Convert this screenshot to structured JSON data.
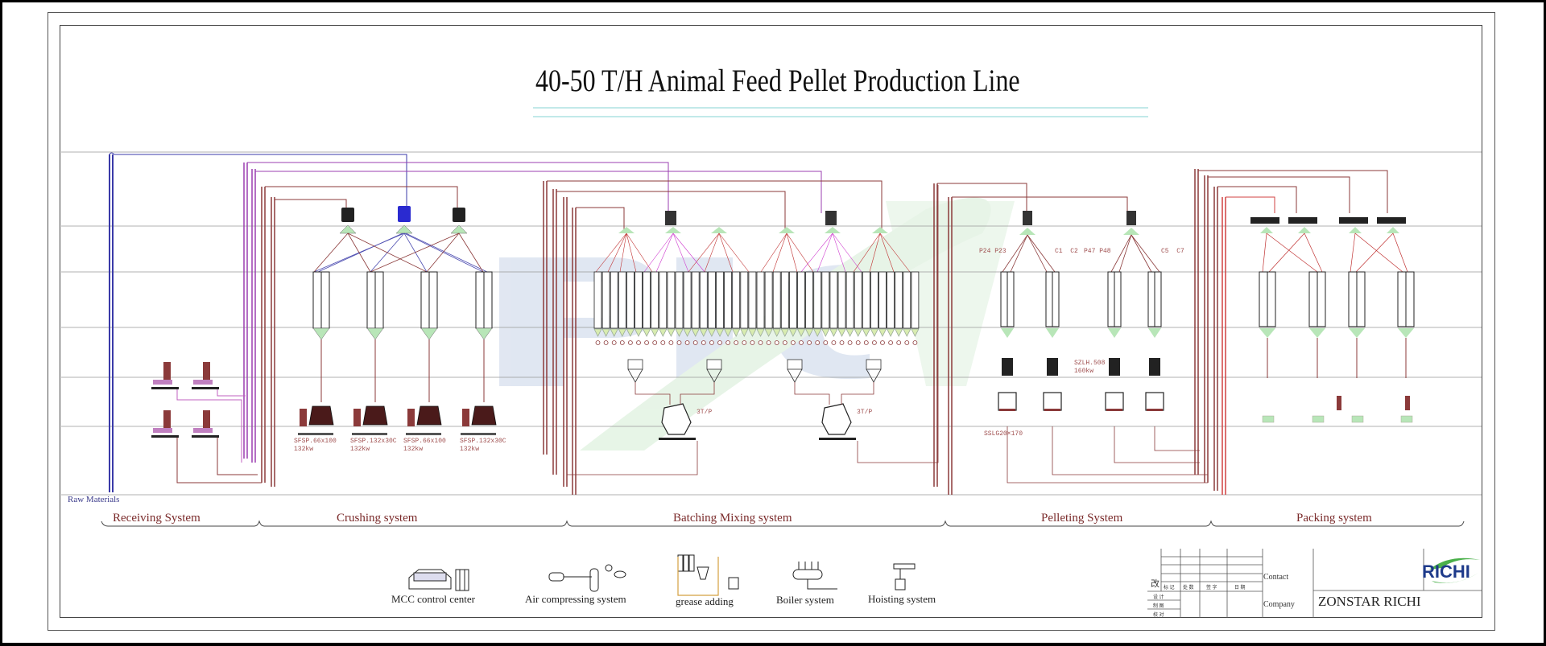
{
  "title": "40-50 T/H Animal Feed Pellet Production Line",
  "raw_materials_label": "Raw Materials",
  "systems": [
    {
      "label": "Receiving System"
    },
    {
      "label": "Crushing system"
    },
    {
      "label": "Batching Mixing system"
    },
    {
      "label": "Pelleting System"
    },
    {
      "label": "Packing system"
    }
  ],
  "equipment_specs": {
    "hammer_mill_1": "SFSP.66x100\n132kw",
    "hammer_mill_2": "SFSP.132x30C\n132kw",
    "hammer_mill_3": "SFSP.66x100\n132kw",
    "hammer_mill_4": "SFSP.132x30C\n132kw",
    "mixer_1": "3T/P",
    "mixer_2": "3T/P",
    "pellet_mill": "SZLH.508\n160kw",
    "cooler": "SSLG20×170",
    "bin_labels_1": "P24 P23",
    "bin_labels_2": "C1  C2",
    "bin_labels_3": "P47 P48",
    "bin_labels_4": "C5  C7"
  },
  "auxiliary_systems": [
    {
      "label": "MCC control center",
      "icon": "control-cabinet-icon"
    },
    {
      "label": "Air compressing system",
      "icon": "air-compressor-icon"
    },
    {
      "label": "grease adding",
      "icon": "grease-adding-icon"
    },
    {
      "label": "Boiler system",
      "icon": "boiler-icon"
    },
    {
      "label": "Hoisting system",
      "icon": "hoist-icon"
    }
  ],
  "title_block": {
    "revision_char": "改",
    "col_headers": [
      "标 记",
      "处 数",
      "签 字",
      "日 期"
    ],
    "row_labels": [
      "设 计",
      "制 图",
      "校 对"
    ],
    "contact_label": "Contact",
    "company_label": "Company",
    "company_name": "ZONSTAR RICHI",
    "logo_text": "RICHI"
  },
  "colors": {
    "line_brown": "#8b3a3a",
    "line_purple": "#9b3fb0",
    "line_magenta": "#d040d0",
    "line_blue": "#3a3aa8",
    "line_red": "#d04040",
    "accent_green": "#8ad08a",
    "label_brown": "#7a2a2a",
    "watermark_blue": "#c8d4e8",
    "watermark_green": "#d4ecd4"
  }
}
